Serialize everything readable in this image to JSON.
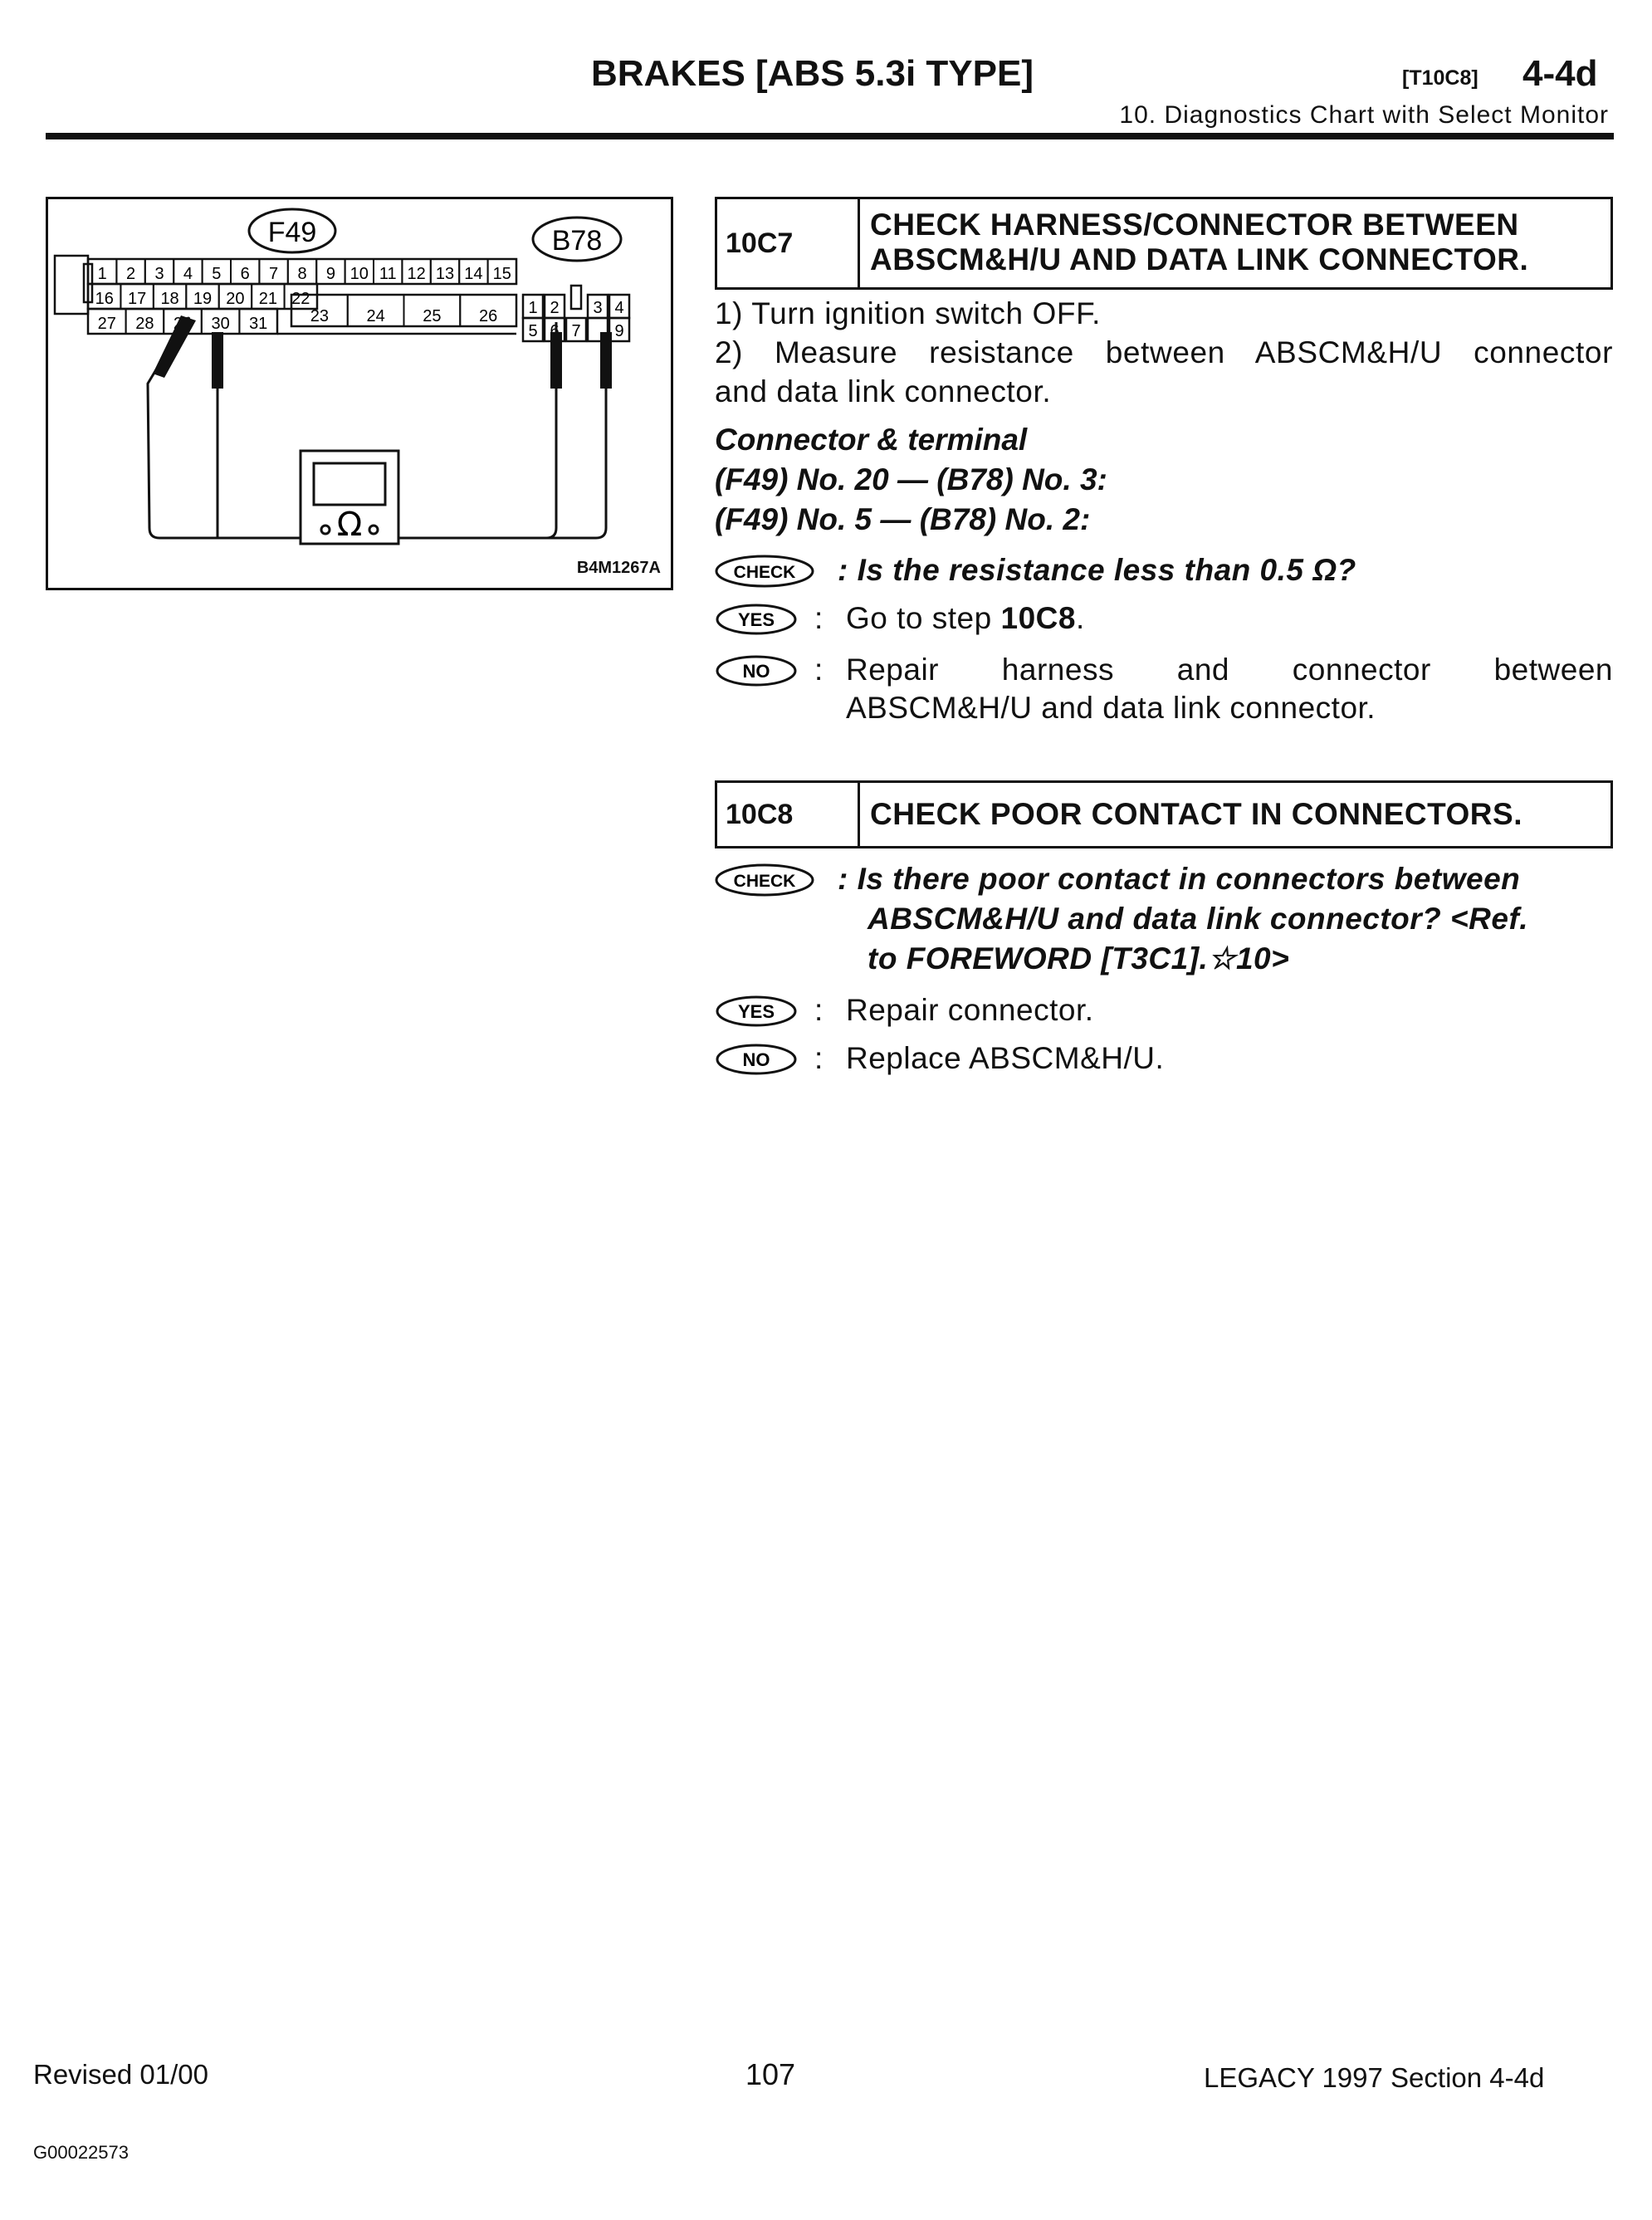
{
  "header": {
    "title": "BRAKES [ABS 5.3i TYPE]",
    "code": "[T10C8]",
    "page": "4-4d",
    "subtitle": "10. Diagnostics Chart with Select Monitor"
  },
  "figure": {
    "connector_a": "F49",
    "connector_b": "B78",
    "f49_row1": [
      "1",
      "2",
      "3",
      "4",
      "5",
      "6",
      "7",
      "8",
      "9",
      "10",
      "11",
      "12",
      "13",
      "14",
      "15"
    ],
    "f49_row2": [
      "16",
      "17",
      "18",
      "19",
      "20",
      "21",
      "22"
    ],
    "f49_row2_wide": [
      "23",
      "24",
      "25",
      "26"
    ],
    "f49_row3": [
      "27",
      "28",
      "29",
      "30",
      "31"
    ],
    "b78_top": [
      "1",
      "2",
      "3",
      "4"
    ],
    "b78_bottom": [
      "5",
      "6",
      "7",
      "9"
    ],
    "meter_symbol": "Ω",
    "code": "B4M1267A"
  },
  "step1": {
    "number": "10C7",
    "title_line1": "CHECK HARNESS/CONNECTOR BETWEEN",
    "title_line2": "ABSCM&H/U AND DATA LINK CONNECTOR.",
    "instruction1": "1) Turn ignition switch OFF.",
    "instruction2a": "2) Measure resistance between ABSCM&H/U connector",
    "instruction2b": "and data link connector.",
    "terminal_heading": "Connector & terminal",
    "terminal1": "(F49) No. 20 — (B78) No. 3:",
    "terminal2": "(F49) No. 5 — (B78) No. 2:",
    "check_badge": "CHECK",
    "check_text": ": Is the resistance less than 0.5 Ω?",
    "yes_badge": "YES",
    "yes_text_prefix": "Go to step ",
    "yes_text_step": "10C8",
    "yes_text_suffix": ".",
    "no_badge": "NO",
    "no_text_line1": "Repair harness and connector between",
    "no_text_line2": "ABSCM&H/U and data link connector."
  },
  "step2": {
    "number": "10C8",
    "title": "CHECK POOR CONTACT IN CONNECTORS.",
    "check_badge": "CHECK",
    "check_line1": ": Is there poor contact in connectors between",
    "check_line2": "ABSCM&H/U and data link connector? <Ref.",
    "check_line3": "to FOREWORD [T3C1].☆10>",
    "yes_badge": "YES",
    "yes_text": "Repair connector.",
    "no_badge": "NO",
    "no_text": "Replace ABSCM&H/U."
  },
  "footer": {
    "revised": "Revised 01/00",
    "page_number": "107",
    "section": "LEGACY 1997 Section 4-4d",
    "doc_id": "G00022573"
  }
}
